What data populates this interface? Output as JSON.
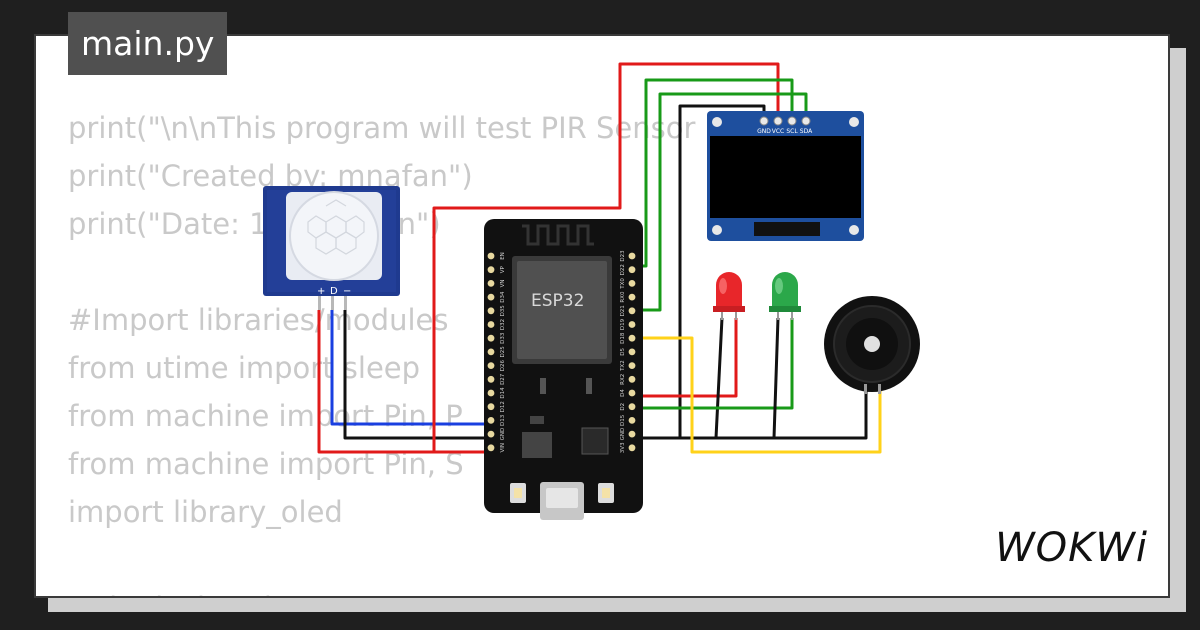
{
  "tab": {
    "filename": "main.py"
  },
  "code_lines": [
    "print(\"\\n\\nThis program will test PIR Sensor",
    "print(\"Created by: mnafan\")",
    "print(\"Date: 1          \\n\\n\")",
    "",
    "#Import libraries/modules",
    "from utime import sleep",
    "from machine import Pin, P",
    "from machine import Pin, S",
    "import library_oled",
    "",
    "#Pin declarati"
  ],
  "esp32": {
    "chip_label": "ESP32",
    "left_pins": [
      "EN",
      "VP",
      "VN",
      "D34",
      "D35",
      "D32",
      "D33",
      "D25",
      "D26",
      "D27",
      "D14",
      "D12",
      "D13",
      "GND",
      "VIN"
    ],
    "right_pins": [
      "D23",
      "D22",
      "TX0",
      "RX0",
      "D21",
      "D19",
      "D18",
      "D5",
      "TX2",
      "RX2",
      "D4",
      "D2",
      "D15",
      "GND",
      "3V3"
    ]
  },
  "pir": {
    "pin_labels": [
      "+",
      "D",
      "−"
    ]
  },
  "oled": {
    "pin_labels": [
      "GND",
      "VCC",
      "SCL",
      "SDA"
    ]
  },
  "components": {
    "led_red_color": "#e8262a",
    "led_green_color": "#2ba84a",
    "buzzer_icon": "buzzer-icon"
  },
  "wire_colors": {
    "red": "#e11a1a",
    "green": "#189a18",
    "black": "#111111",
    "blue": "#1a3fe0",
    "yellow": "#ffd21a"
  },
  "brand": {
    "logo": "WOKWi"
  }
}
